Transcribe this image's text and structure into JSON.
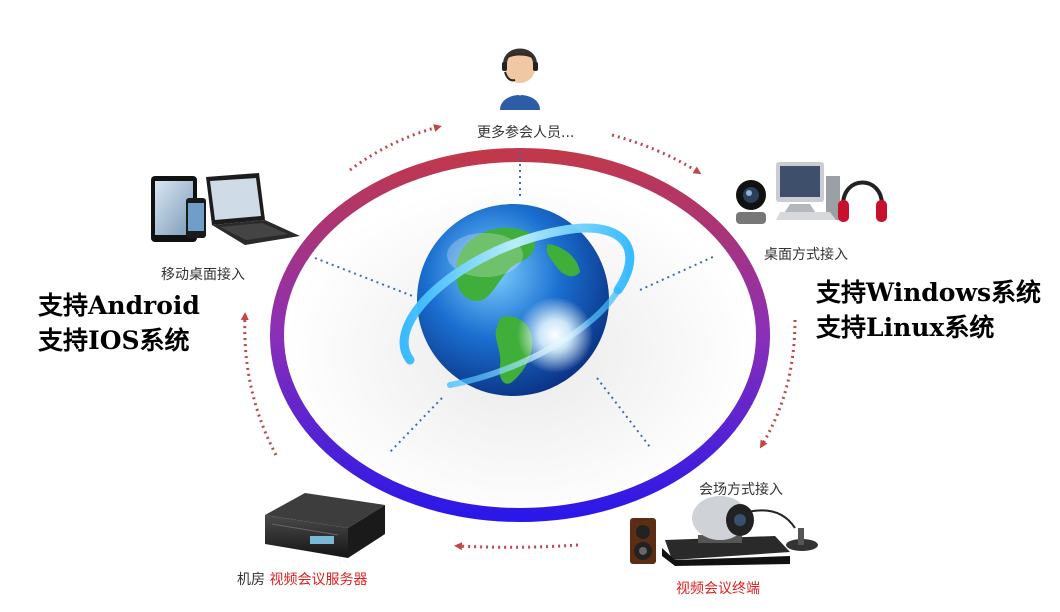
{
  "nodes": {
    "top_label": "更多参会人员...",
    "desktop_label": "桌面方式接入",
    "mobile_label": "移动桌面接入",
    "venue_label": "会场方式接入",
    "terminal_label": "视频会议终端",
    "server_prefix": "机房",
    "server_label": "视频会议服务器"
  },
  "notes": {
    "left_line1": "支持Android",
    "left_line2": "支持IOS系统",
    "right_line1": "支持Windows系统",
    "right_line2": "支持Linux系统"
  },
  "colors": {
    "ring_top": "#c0384a",
    "ring_bottom": "#2a18e8",
    "arrow": "#c0484a",
    "connector": "#3b6db0",
    "highlight": "#e02020"
  }
}
